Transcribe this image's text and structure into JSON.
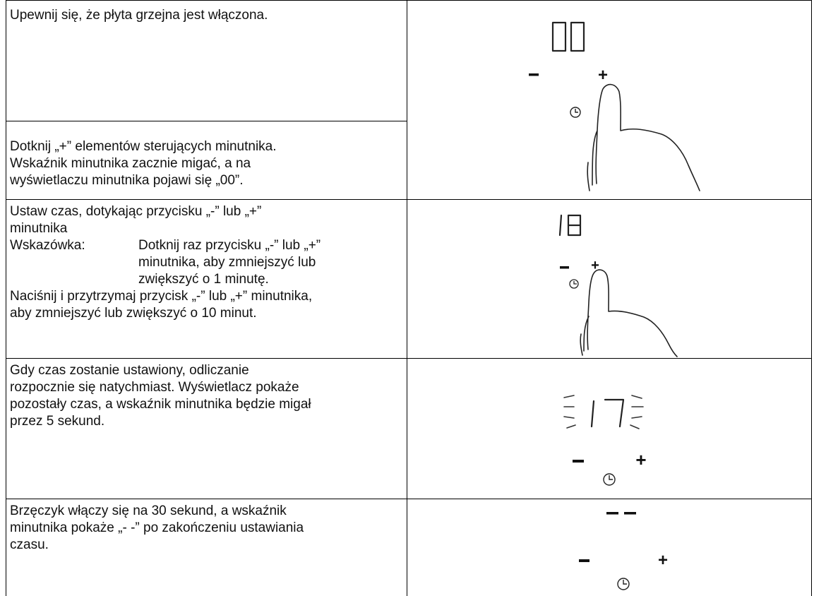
{
  "rows": [
    {
      "text": "Upewnij się, że płyta grzejna jest włączona."
    },
    {
      "lines": [
        "Dotknij „+” elementów sterujących minutnika.",
        "Wskaźnik minutnika zacznie migać, a na",
        "wyświetlaczu minutnika pojawi się „00”."
      ],
      "display": "00"
    },
    {
      "lines": [
        "Ustaw czas, dotykając przycisku „-” lub „+”",
        "minutnika"
      ],
      "tip_label": "Wskazówka:",
      "tip_lines": [
        "Dotknij raz przycisku „-” lub „+”",
        "minutnika, aby zmniejszyć lub",
        "zwiększyć o 1 minutę."
      ],
      "extra_lines": [
        "Naciśnij i przytrzymaj przycisk „-” lub „+” minutnika,",
        "aby zmniejszyć lub zwiększyć o 10 minut."
      ],
      "display": "18"
    },
    {
      "lines": [
        "Gdy czas zostanie ustawiony, odliczanie",
        "rozpocznie się natychmiast. Wyświetlacz pokaże",
        "pozostały czas, a wskaźnik minutnika będzie migał",
        "przez 5 sekund."
      ],
      "display": "17"
    },
    {
      "lines": [
        "Brzęczyk włączy się na 30 sekund, a wskaźnik",
        "minutnika pokaże „- -” po zakończeniu ustawiania",
        "czasu."
      ],
      "display": "--"
    }
  ],
  "controls": {
    "minus": "-",
    "plus": "+"
  },
  "icons": [
    "clock-icon",
    "finger-icon"
  ]
}
